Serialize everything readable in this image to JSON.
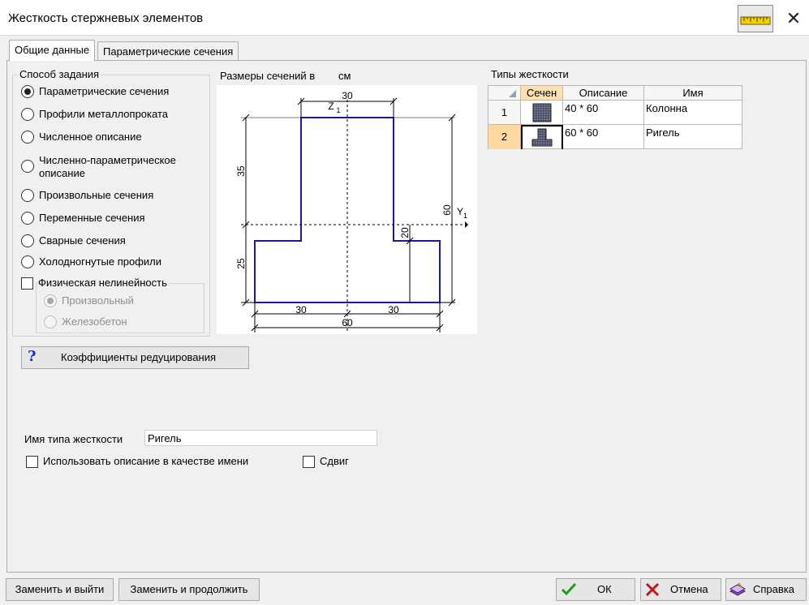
{
  "window": {
    "title": "Жесткость стержневых элементов",
    "close_glyph": "✕"
  },
  "tabs": [
    {
      "label": "Общие данные",
      "active": true
    },
    {
      "label": "Параметрические сечения",
      "active": false
    }
  ],
  "method_group": {
    "legend": "Способ задания",
    "options": [
      {
        "label": "Параметрические сечения",
        "checked": true
      },
      {
        "label": "Профили металлопроката",
        "checked": false
      },
      {
        "label": "Численное описание",
        "checked": false
      },
      {
        "label_line1": "Численно-параметрическое",
        "label_line2": "описание",
        "checked": false
      },
      {
        "label": "Произвольные сечения",
        "checked": false
      },
      {
        "label": "Переменные сечения",
        "checked": false
      },
      {
        "label": "Сварные сечения",
        "checked": false
      },
      {
        "label": "Холодногнутые профили",
        "checked": false
      }
    ],
    "nonlinearity": {
      "label": "Физическая нелинейность",
      "checked": false,
      "options": [
        {
          "label": "Произвольный",
          "checked": true
        },
        {
          "label": "Железобетон",
          "checked": false
        }
      ]
    }
  },
  "drawing": {
    "caption": "Размеры сечений в",
    "unit": "см",
    "dims": {
      "top": "30",
      "z_axis": "Z",
      "z_sub": "1",
      "left_upper": "35",
      "left_lower": "25",
      "right_total": "60",
      "y_axis": "Y",
      "y_sub": "1",
      "flange": "20",
      "bottom_left": "30",
      "bottom_right": "30",
      "bottom_total": "60"
    }
  },
  "stiffness_types": {
    "title": "Типы жесткости",
    "columns": [
      "",
      "Сечен",
      "Описание",
      "Имя"
    ],
    "rows": [
      {
        "num": "1",
        "section_icon": "rectangle-section-icon",
        "description": "40 * 60",
        "name": "Колонна",
        "selected": false
      },
      {
        "num": "2",
        "section_icon": "tee-section-icon",
        "description": "60 * 60",
        "name": "Ригель",
        "selected": true
      }
    ]
  },
  "reduction_button": {
    "label": "Коэффициенты редуцирования",
    "icon": "question-icon",
    "icon_glyph": "?"
  },
  "type_name": {
    "label": "Имя типа жесткости",
    "value": "Ригель"
  },
  "use_description": {
    "label": "Использовать описание в качестве имени",
    "checked": false
  },
  "shear": {
    "label": "Сдвиг",
    "checked": false
  },
  "buttons": {
    "replace_exit": "Заменить и выйти",
    "replace_continue": "Заменить и продолжить",
    "ok": "ОК",
    "cancel": "Отмена",
    "help": "Справка"
  },
  "colors": {
    "section_outline": "#1f1a8c",
    "selected_row": "#ffd9a0",
    "header_active": "#ffe0b0"
  }
}
